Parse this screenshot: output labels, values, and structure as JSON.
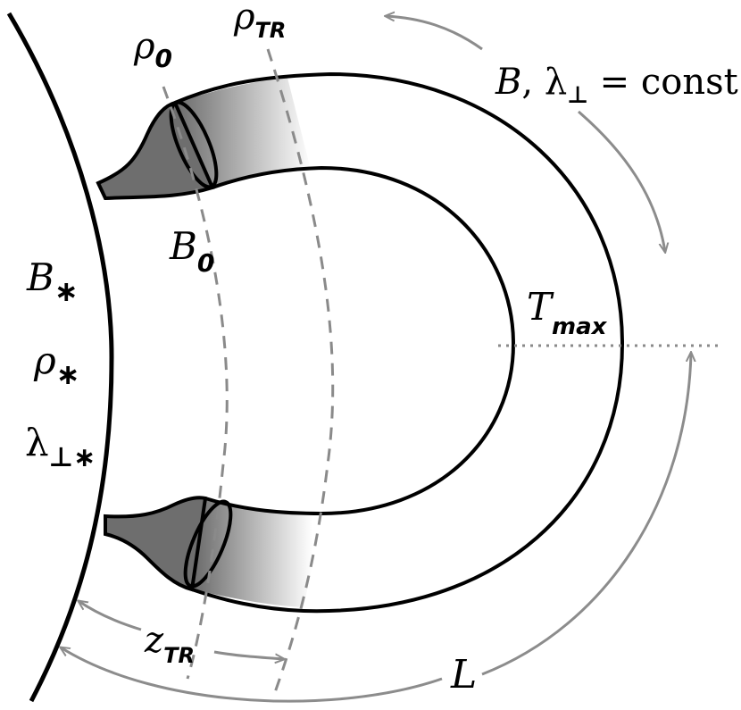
{
  "labels": {
    "rho0": "ρ",
    "rho0_sub": "0",
    "rhoTR": "ρ",
    "rhoTR_sub": "TR",
    "B0": "B",
    "B0_sub": "0",
    "Bstar": "B",
    "Bstar_sub": "∗",
    "rhostar": "ρ",
    "rhostar_sub": "∗",
    "lamstar": "λ",
    "lamstar_sub": "⊥∗",
    "Tmax": "T",
    "Tmax_sub": "max",
    "const_B": "B",
    "const_rest": ", λ",
    "const_sub": "⊥",
    "const_tail": " = const.",
    "zTR": "z",
    "zTR_sub": "TR",
    "L": "L"
  },
  "colors": {
    "line": "#000000",
    "arrow": "#8c8c8c",
    "dashed": "#8a8a8a",
    "dotted": "#8a8a8a",
    "footpoint": "#6e6e6e",
    "gradient_dark": "#6e6e6e",
    "gradient_light": "#ffffff"
  }
}
